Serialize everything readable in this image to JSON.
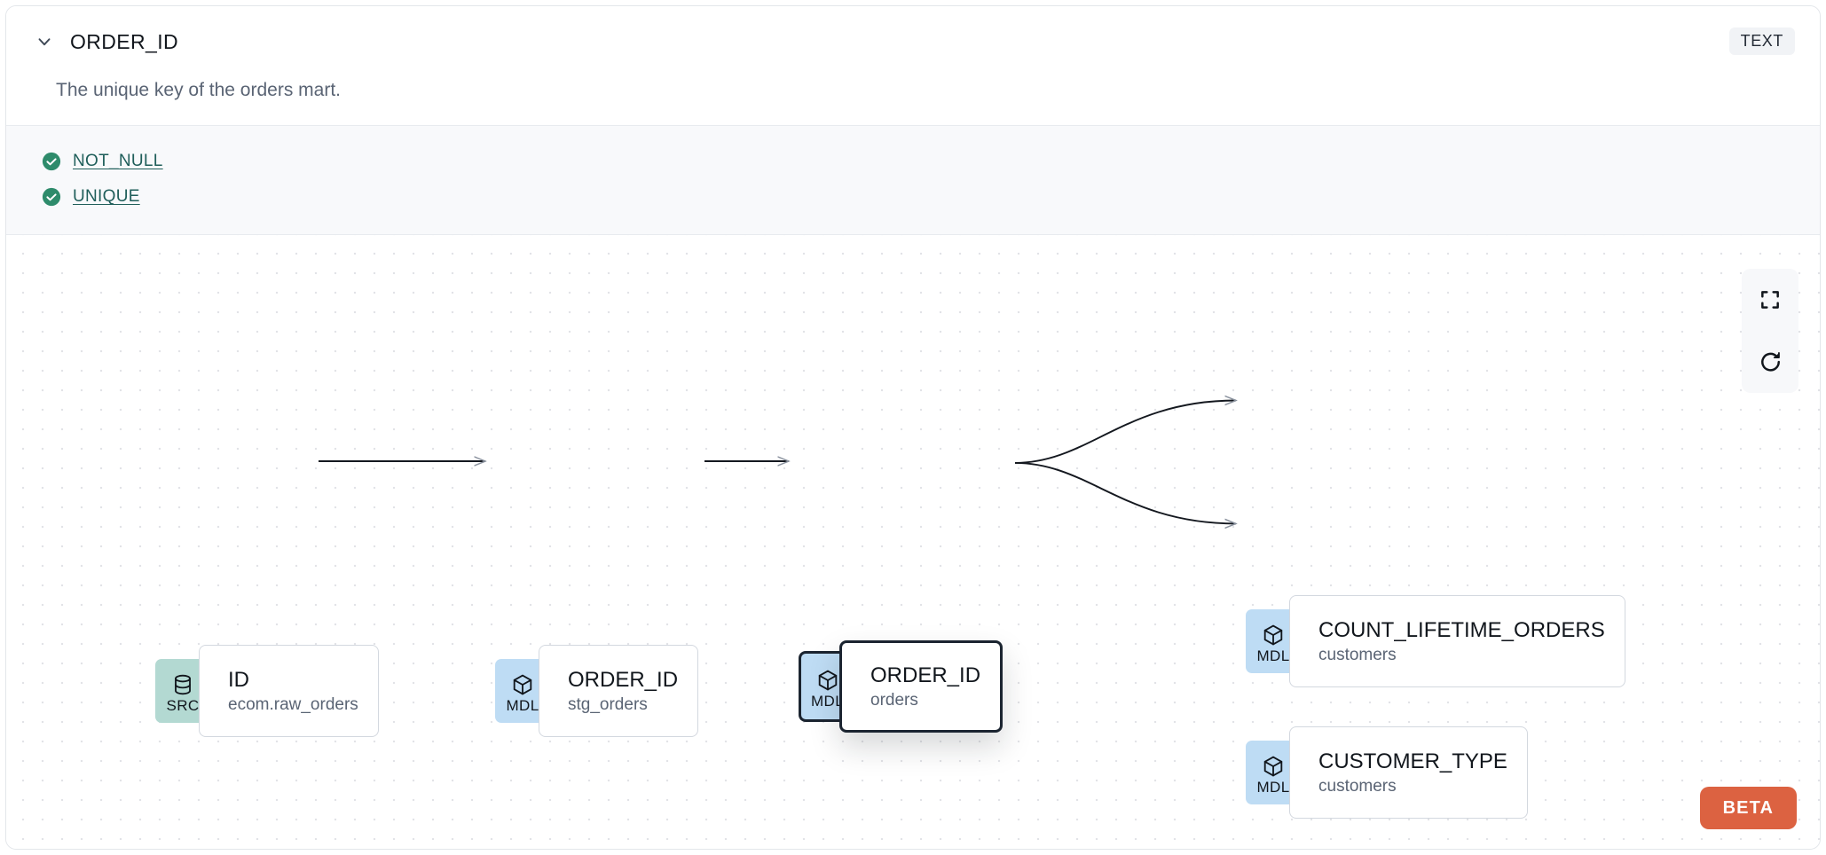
{
  "header": {
    "title": "ORDER_ID",
    "chevron_icon": "chevron-down-icon",
    "type_badge": "TEXT",
    "description": "The unique key of the orders mart."
  },
  "tests": {
    "items": [
      {
        "label": "NOT_NULL",
        "status_icon": "check-circle-icon",
        "status_color": "#2E8B6B"
      },
      {
        "label": "UNIQUE",
        "status_icon": "check-circle-icon",
        "status_color": "#2E8B6B"
      }
    ]
  },
  "lineage": {
    "nodes": [
      {
        "id": "src-id",
        "badge": "SRC",
        "badge_icon": "database-icon",
        "badge_color": "#B3D9D2",
        "name": "ID",
        "sub": "ecom.raw_orders",
        "selected": false
      },
      {
        "id": "stg-orders",
        "badge": "MDL",
        "badge_icon": "cube-icon",
        "badge_color": "#BEDCF4",
        "name": "ORDER_ID",
        "sub": "stg_orders",
        "selected": false
      },
      {
        "id": "orders",
        "badge": "MDL",
        "badge_icon": "cube-icon",
        "badge_color": "#BEDCF4",
        "name": "ORDER_ID",
        "sub": "orders",
        "selected": true
      },
      {
        "id": "count-lifetime-orders",
        "badge": "MDL",
        "badge_icon": "cube-icon",
        "badge_color": "#BEDCF4",
        "name": "COUNT_LIFETIME_ORDERS",
        "sub": "customers",
        "selected": false
      },
      {
        "id": "customer-type",
        "badge": "MDL",
        "badge_icon": "cube-icon",
        "badge_color": "#BEDCF4",
        "name": "CUSTOMER_TYPE",
        "sub": "customers",
        "selected": false
      }
    ],
    "controls": [
      {
        "name": "fit-view-button",
        "icon": "fit-view-icon"
      },
      {
        "name": "reset-button",
        "icon": "refresh-icon"
      }
    ],
    "beta_badge": "BETA"
  },
  "colors": {
    "accent_orange": "#DC6241",
    "src_badge": "#B3D9D2",
    "mdl_badge": "#BEDCF4",
    "test_pass": "#2E8B6B",
    "link": "#1F5E5A"
  }
}
